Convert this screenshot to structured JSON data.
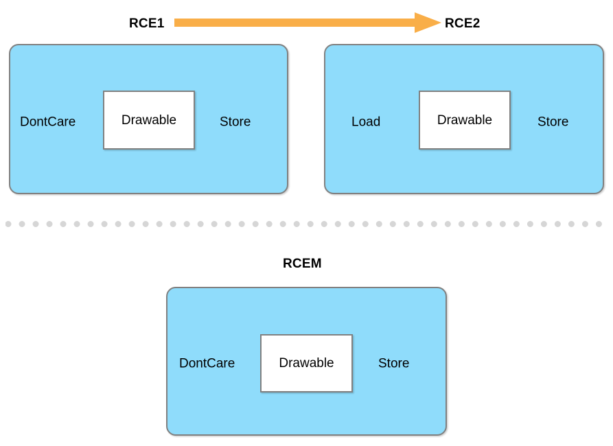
{
  "diagram": {
    "title_rce1": "RCE1",
    "title_rce2": "RCE2",
    "title_rcem": "RCEM",
    "colors": {
      "panel_fill": "#8FDCFB",
      "panel_border": "#808080",
      "inner_fill": "#FFFFFF",
      "inner_border": "#808080",
      "arrow": "#F9AE48",
      "divider_dot": "#D6D6D6",
      "text": "#000000",
      "background": "#FFFFFF"
    },
    "arrow": {
      "icon": "right-arrow-icon",
      "from": "RCE1",
      "to": "RCE2",
      "direction": "right"
    },
    "divider": {
      "icon": "dotted-separator-icon",
      "style": "dotted"
    },
    "panels": [
      {
        "id": "rce1",
        "title": "RCE1",
        "left_label": "DontCare",
        "inner_label": "Drawable",
        "right_label": "Store"
      },
      {
        "id": "rce2",
        "title": "RCE2",
        "left_label": "Load",
        "inner_label": "Drawable",
        "right_label": "Store"
      },
      {
        "id": "rcem",
        "title": "RCEM",
        "left_label": "DontCare",
        "inner_label": "Drawable",
        "right_label": "Store"
      }
    ]
  }
}
